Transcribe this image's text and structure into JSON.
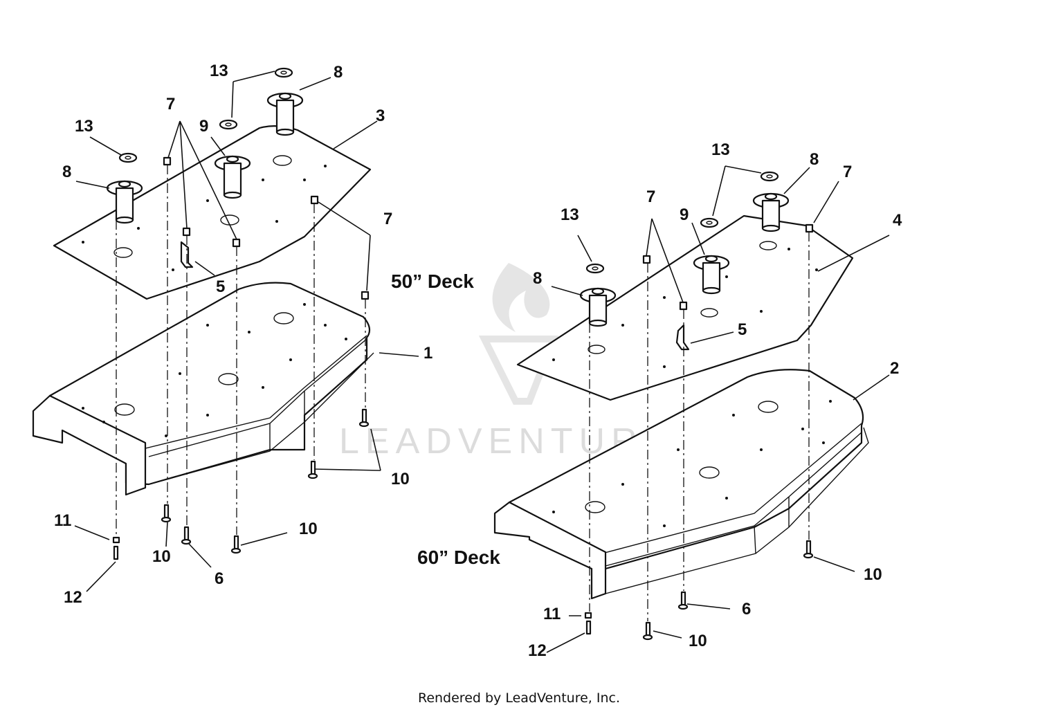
{
  "diagram": {
    "deck_labels": {
      "deck50": "50” Deck",
      "deck60": "60” Deck"
    },
    "watermark": "LEADVENTURE",
    "callouts_50": {
      "c13a": "13",
      "c8a": "8",
      "c7a": "7",
      "c13b": "13",
      "c9": "9",
      "c3": "3",
      "c8b": "8",
      "c7b": "7",
      "c5": "5",
      "c1": "1",
      "c10a": "10",
      "c11": "11",
      "c10b": "10",
      "c10c": "10",
      "c6": "6",
      "c12": "12"
    },
    "callouts_60": {
      "c13a": "13",
      "c8a": "8",
      "c7a": "7",
      "c4": "4",
      "c13b": "13",
      "c7b": "7",
      "c9": "9",
      "c8b": "8",
      "c5": "5",
      "c2": "2",
      "c10a": "10",
      "c6": "6",
      "c11": "11",
      "c10b": "10",
      "c12": "12"
    }
  },
  "footer": {
    "text": "Rendered by LeadVenture, Inc."
  }
}
